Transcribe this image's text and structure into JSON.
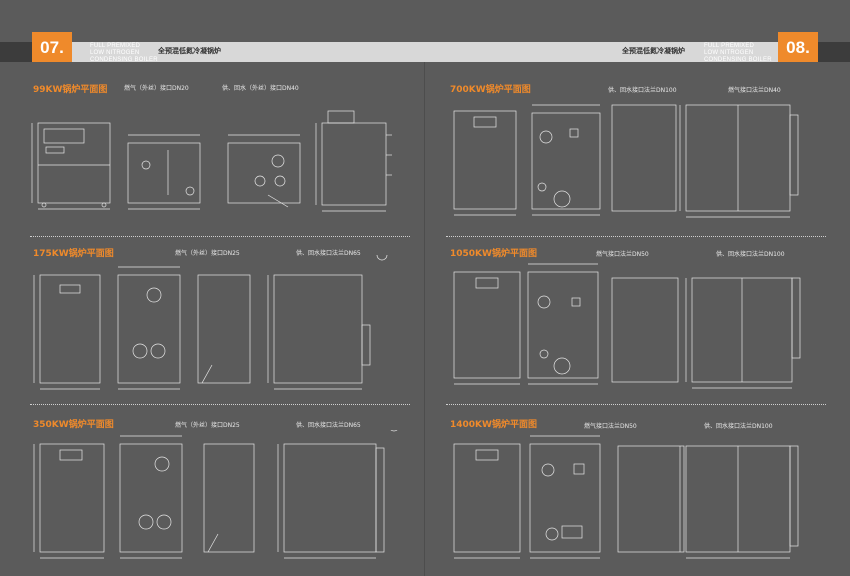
{
  "header": {
    "left_page_number": "07.",
    "right_page_number": "08.",
    "subtitle_lines": [
      "FULL PREMIXED",
      "LOW NITROGEN",
      "CONDENSING BOILER"
    ],
    "chinese_title": "全预混低氮冷凝锅炉"
  },
  "sections": [
    {
      "title": "99KW锅炉平面图",
      "gas_note": "燃气（外丝）接口DN20",
      "water_note": "供、回水（外丝）接口DN40"
    },
    {
      "title": "175KW锅炉平面图",
      "gas_note": "燃气（外丝）接口DN25",
      "water_note": "供、回水接口法兰DN65"
    },
    {
      "title": "350KW锅炉平面图",
      "gas_note": "燃气（外丝）接口DN25",
      "water_note": "供、回水接口法兰DN65"
    },
    {
      "title": "700KW锅炉平面图",
      "gas_note": "",
      "water_note": "供、回水接口法兰DN100",
      "water_note2": "燃气接口法兰DN40"
    },
    {
      "title": "1050KW锅炉平面图",
      "gas_note": "燃气接口法兰DN50",
      "water_note": "供、回水接口法兰DN100"
    },
    {
      "title": "1400KW锅炉平面图",
      "gas_note": "燃气接口法兰DN50",
      "water_note": "供、回水接口法兰DN100"
    }
  ],
  "colors": {
    "accent": "#ef8a2b",
    "background": "#5b5b5b",
    "band": "#d8d8d8",
    "line": "#e6e6e6"
  }
}
